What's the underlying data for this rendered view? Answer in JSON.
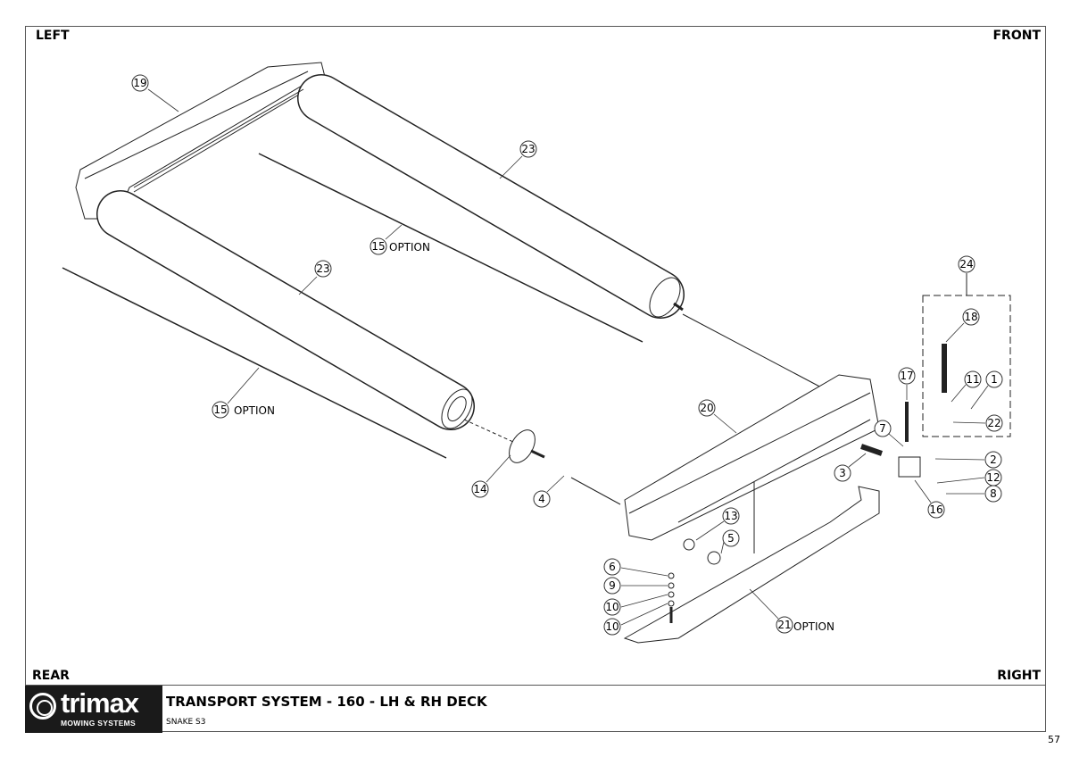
{
  "corners": {
    "top_left": "LEFT",
    "top_right": "FRONT",
    "bottom_left": "REAR",
    "bottom_right": "RIGHT"
  },
  "title_block": {
    "logo_brand": "trimax",
    "logo_sub": "MOWING SYSTEMS",
    "title": "TRANSPORT SYSTEM - 160 - LH & RH DECK",
    "subtitle": "SNAKE S3"
  },
  "page_number": "57",
  "callouts": [
    {
      "id": "19"
    },
    {
      "id": "23"
    },
    {
      "id": "15",
      "note": "OPTION"
    },
    {
      "id": "23"
    },
    {
      "id": "15",
      "note": "OPTION"
    },
    {
      "id": "14"
    },
    {
      "id": "4"
    },
    {
      "id": "20"
    },
    {
      "id": "3"
    },
    {
      "id": "7"
    },
    {
      "id": "17"
    },
    {
      "id": "24"
    },
    {
      "id": "18"
    },
    {
      "id": "11"
    },
    {
      "id": "1"
    },
    {
      "id": "22"
    },
    {
      "id": "2"
    },
    {
      "id": "12"
    },
    {
      "id": "8"
    },
    {
      "id": "16"
    },
    {
      "id": "13"
    },
    {
      "id": "5"
    },
    {
      "id": "6"
    },
    {
      "id": "9"
    },
    {
      "id": "10"
    },
    {
      "id": "10"
    },
    {
      "id": "21",
      "note": "OPTION"
    }
  ]
}
